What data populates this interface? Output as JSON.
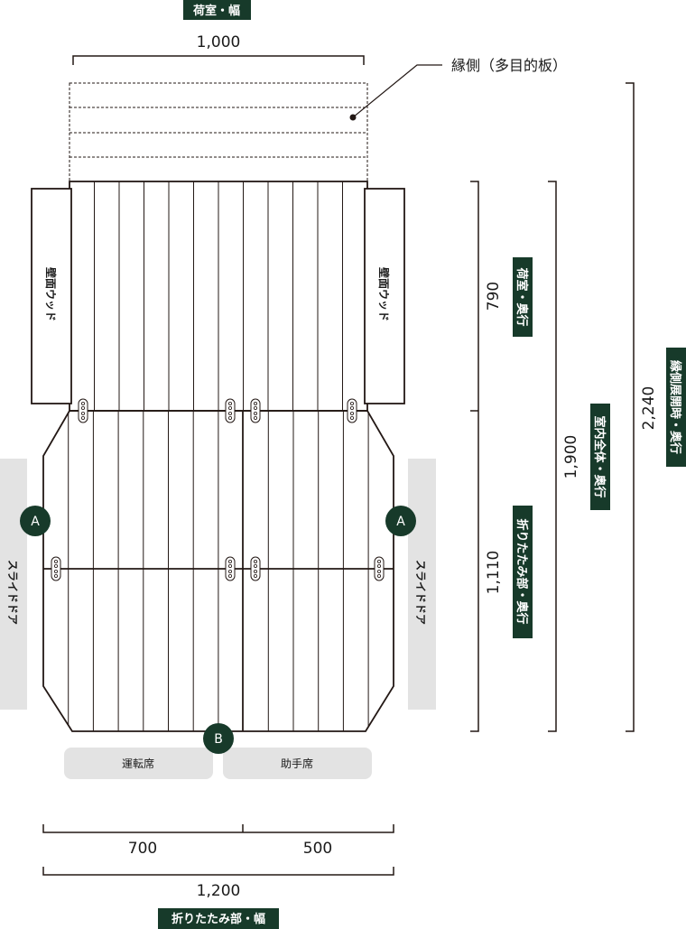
{
  "tags": {
    "cargo_width": "荷室・幅",
    "cargo_depth": "荷室・奥行",
    "interior_depth": "室内全体・奥行",
    "engawa_open_depth": "縁側展開時・奥行",
    "folding_depth": "折りたたみ部・奥行",
    "folding_width": "折りたたみ部・幅"
  },
  "dimensions": {
    "top_width": "1,000",
    "cargo_depth": "790",
    "folding_depth": "1,110",
    "interior_depth": "1,900",
    "engawa_depth": "2,240",
    "left_width": "700",
    "right_width": "500",
    "total_width": "1,200"
  },
  "annotation": {
    "engawa": "縁側（多目的板）"
  },
  "labels": {
    "wall_wood_left": "壁面ウッド",
    "wall_wood_right": "壁面ウッド",
    "slide_door_left": "スライドドア",
    "slide_door_right": "スライドドア",
    "driver_seat": "運転席",
    "passenger_seat": "助手席"
  },
  "markers": {
    "a_left": "A",
    "a_right": "A",
    "b": "B"
  },
  "colors": {
    "tag_bg": "#173a2a",
    "line": "#231815",
    "door_bg": "#e3e3e3",
    "seat_bg": "#e3e3e3"
  }
}
